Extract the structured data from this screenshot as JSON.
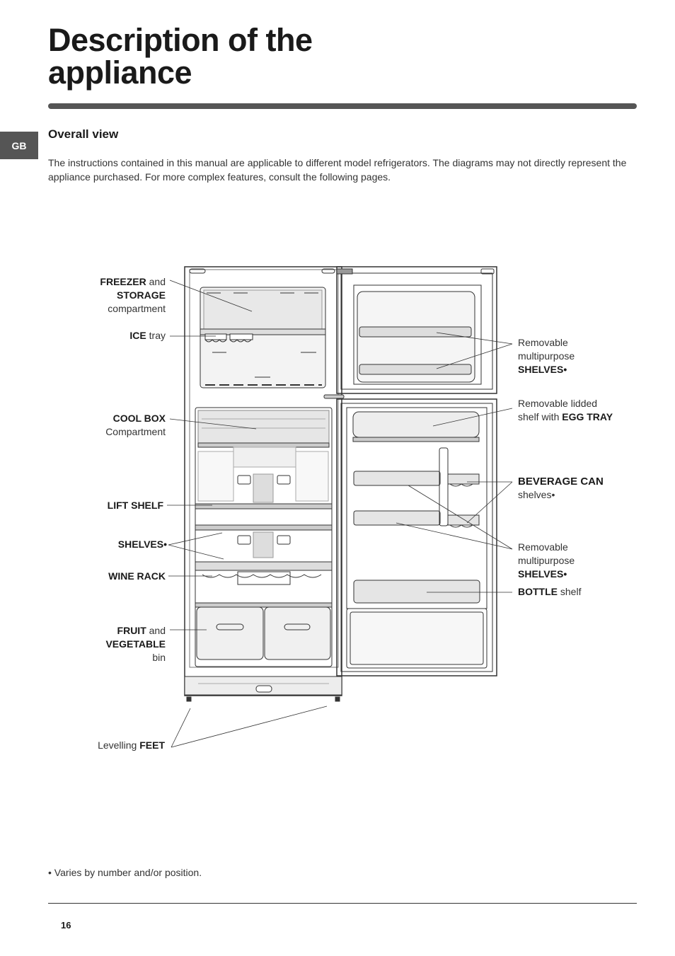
{
  "page": {
    "title_line1": "Description of the",
    "title_line2": "appliance",
    "lang_tab": "GB",
    "section_title": "Overall view",
    "intro": "The instructions contained in this manual are applicable to different model refrigerators. The diagrams may not directly represent the appliance purchased. For more complex features, consult the following pages.",
    "footnote": "• Varies by number and/or position.",
    "page_number": "16"
  },
  "labels": {
    "freezer": {
      "b1": "FREEZER",
      "t1": " and",
      "b2": "STORAGE",
      "t3": "compartment"
    },
    "ice": {
      "b": "ICE",
      "t": " tray"
    },
    "coolbox": {
      "b": "COOL BOX",
      "t2": "Compartment"
    },
    "lift": {
      "b": "LIFT  SHELF"
    },
    "shelves": {
      "b": "SHELVES•"
    },
    "wine": {
      "b": "WINE  RACK"
    },
    "fruit": {
      "b1": "FRUIT",
      "t1": " and",
      "b2": "VEGETABLE",
      "t3": "bin"
    },
    "feet": {
      "t": "Levelling ",
      "b": "FEET"
    },
    "door_shelves_top": {
      "t1": "Removable",
      "t2": "multipurpose",
      "b3": "SHELVES•"
    },
    "egg": {
      "t1": "Removable lidded",
      "t2": "shelf with ",
      "b2": "EGG TRAY"
    },
    "beverage": {
      "b1": "BEVERAGE CAN",
      "t2": "shelves•"
    },
    "door_shelves_bottom": {
      "t1": "Removable",
      "t2": "multipurpose",
      "b3": "SHELVES•"
    },
    "bottle": {
      "b": "BOTTLE",
      "t": " shelf"
    }
  }
}
